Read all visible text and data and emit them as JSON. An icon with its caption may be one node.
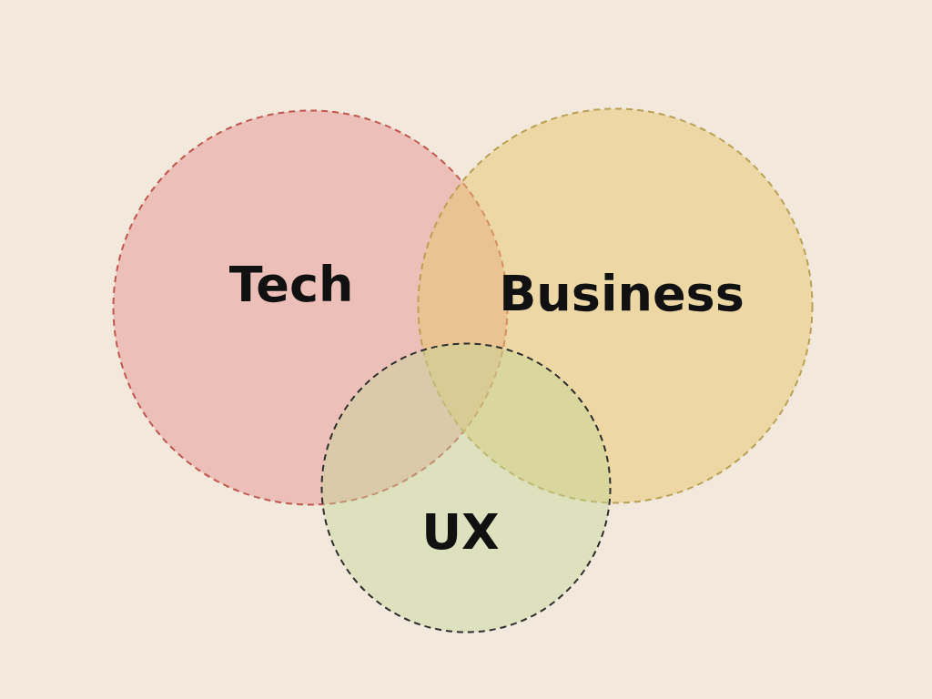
{
  "diagram": {
    "nodes": [
      {
        "text": [
          "Tech"
        ]
      },
      {
        "text": [
          "Business"
        ]
      },
      {
        "text": [
          "UX"
        ]
      }
    ]
  }
}
